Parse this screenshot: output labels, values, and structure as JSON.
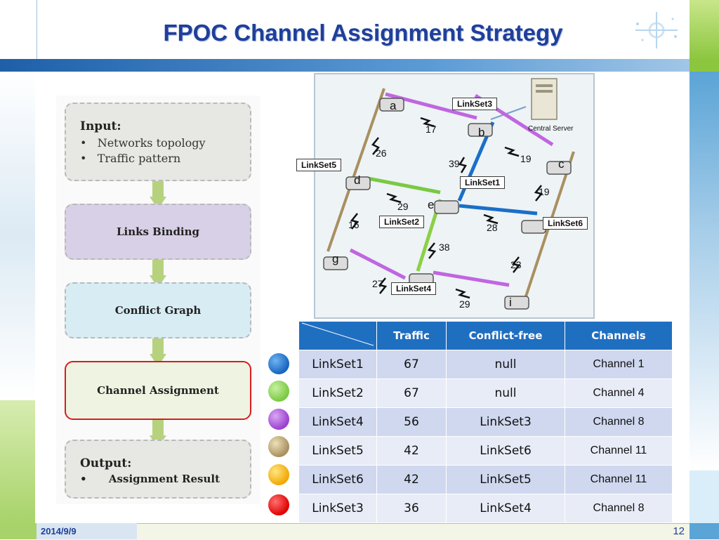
{
  "title": "FPOC Channel Assignment Strategy",
  "footer": {
    "date": "2014/9/9",
    "page": "12"
  },
  "flowchart": {
    "input_title": "Input:",
    "input_items": [
      "Networks topology",
      "Traffic pattern"
    ],
    "links_binding": "Links Binding",
    "conflict_graph": "Conflict Graph",
    "channel_assignment": "Channel Assignment",
    "output_title": "Output:",
    "output_items": [
      "Assignment Result"
    ]
  },
  "network": {
    "central_server": "Central Server",
    "nodes": [
      "a",
      "b",
      "c",
      "d",
      "e",
      "g",
      "i"
    ],
    "linksets": [
      "LinkSet3",
      "LinkSet5",
      "LinkSet1",
      "LinkSet2",
      "LinkSet6",
      "LinkSet4"
    ],
    "weights": [
      "17",
      "26",
      "39",
      "19",
      "19",
      "29",
      "16",
      "28",
      "38",
      "23",
      "27",
      "29"
    ]
  },
  "table": {
    "headers": [
      "",
      "Traffic",
      "Conflict-free",
      "Channels"
    ],
    "rows": [
      {
        "name": "LinkSet1",
        "traffic": "67",
        "conflict_free": "null",
        "channel": "Channel 1",
        "color": "#1565c0"
      },
      {
        "name": "LinkSet2",
        "traffic": "67",
        "conflict_free": "null",
        "channel": "Channel 4",
        "color": "#7ac943"
      },
      {
        "name": "LinkSet4",
        "traffic": "56",
        "conflict_free": "LinkSet3",
        "channel": "Channel 8",
        "color": "#9b3fd0"
      },
      {
        "name": "LinkSet5",
        "traffic": "42",
        "conflict_free": "LinkSet6",
        "channel": "Channel 11",
        "color": "#a89060"
      },
      {
        "name": "LinkSet6",
        "traffic": "42",
        "conflict_free": "LinkSet5",
        "channel": "Channel 11",
        "color": "#f2b705"
      },
      {
        "name": "LinkSet3",
        "traffic": "36",
        "conflict_free": "LinkSet4",
        "channel": "Channel 8",
        "color": "#e00000"
      }
    ]
  }
}
